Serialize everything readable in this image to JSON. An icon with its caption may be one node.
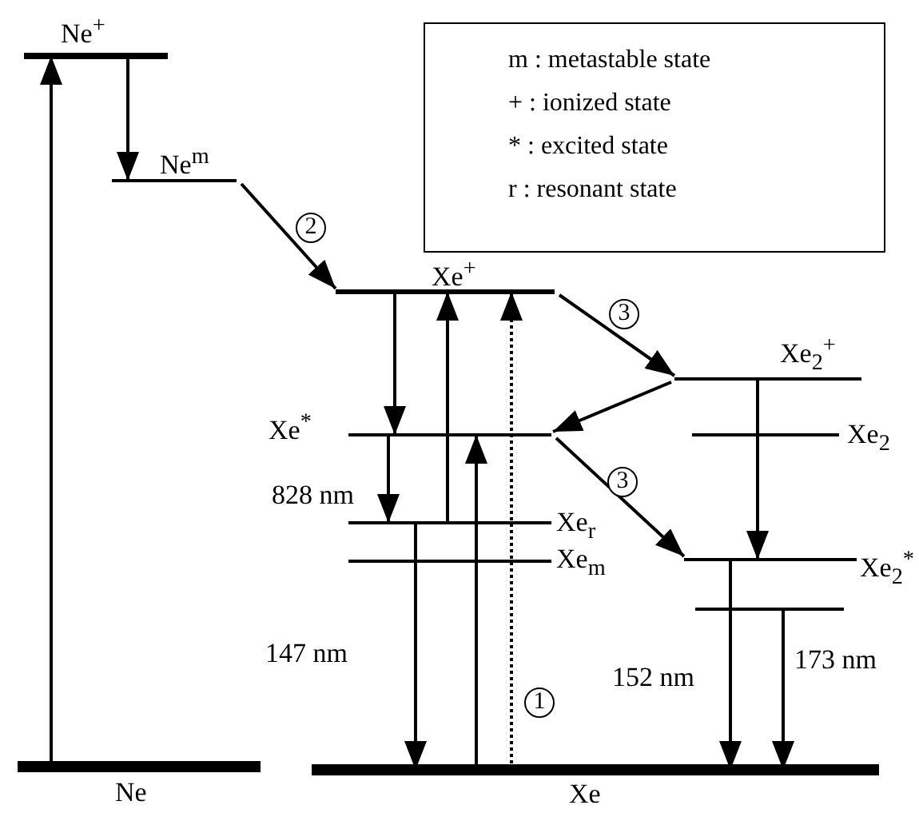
{
  "diagram": {
    "nodes": [
      {
        "text": [
          "Ne$^{+}$"
        ]
      },
      {
        "text": [
          "Ne$^{m}$"
        ]
      },
      {
        "text": [
          "Xe$^{+}$"
        ]
      },
      {
        "text": [
          "Xe$^{*}$"
        ]
      },
      {
        "text": [
          "Xe$_{r}$"
        ]
      },
      {
        "text": [
          "Xe$_{m}$"
        ]
      },
      {
        "text": [
          "Xe$_{2}$$^{+}$"
        ]
      },
      {
        "text": [
          "Xe$_{2}$"
        ]
      },
      {
        "text": [
          "Xe$_{2}$$^{*}$"
        ]
      },
      {
        "text": [],
        "shape": "bar"
      },
      {
        "text": [
          "Ne"
        ]
      },
      {
        "text": [
          "Xe"
        ]
      }
    ],
    "edges": [
      {
        "from": 10,
        "to": 0,
        "arrow": "to"
      },
      {
        "from": 0,
        "to": 1,
        "arrow": "to"
      },
      {
        "from": 1,
        "to": 2,
        "arrow": "to",
        "label": "2"
      },
      {
        "from": 2,
        "to": 3,
        "arrow": "to"
      },
      {
        "from": 4,
        "to": 2,
        "arrow": "to"
      },
      {
        "from": 11,
        "to": 3,
        "arrow": "to"
      },
      {
        "from": 11,
        "to": 2,
        "arrow": "to",
        "style": "dashed",
        "label": "1"
      },
      {
        "from": 3,
        "to": 4,
        "arrow": "to",
        "label": "828 nm"
      },
      {
        "from": 4,
        "to": 11,
        "arrow": "to",
        "label": "147 nm"
      },
      {
        "from": 2,
        "to": 6,
        "arrow": "to",
        "label": "3"
      },
      {
        "from": 6,
        "to": 3,
        "arrow": "to"
      },
      {
        "from": 3,
        "to": 8,
        "arrow": "to",
        "label": "3"
      },
      {
        "from": 6,
        "to": 8,
        "arrow": "to"
      },
      {
        "from": 8,
        "to": 11,
        "arrow": "to",
        "label": "152 nm"
      },
      {
        "from": 9,
        "to": 11,
        "arrow": "to",
        "label": "173 nm"
      }
    ],
    "labels": [
      "m : metastable state",
      "+ : ionized state",
      "* : excited state",
      "r : resonant state"
    ]
  }
}
